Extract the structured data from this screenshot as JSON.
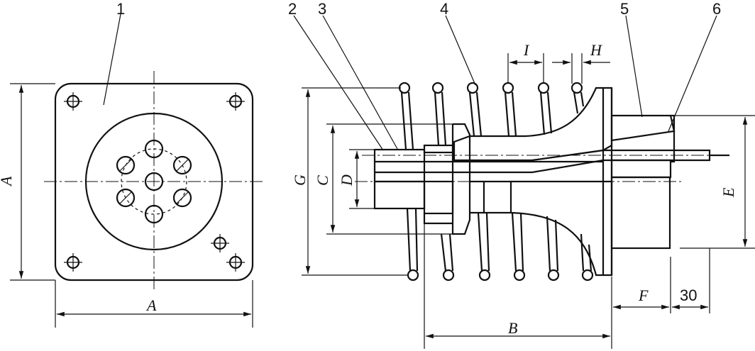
{
  "labels": {
    "part_1": "1",
    "part_2": "2",
    "part_3": "3",
    "part_4": "4",
    "part_5": "5",
    "part_6": "6"
  },
  "dimensions": {
    "A_vertical": "A",
    "A_horizontal": "A",
    "B": "B",
    "C": "C",
    "D": "D",
    "E": "E",
    "F": "F",
    "G": "G",
    "H": "H",
    "I": "I",
    "thirty": "30"
  }
}
